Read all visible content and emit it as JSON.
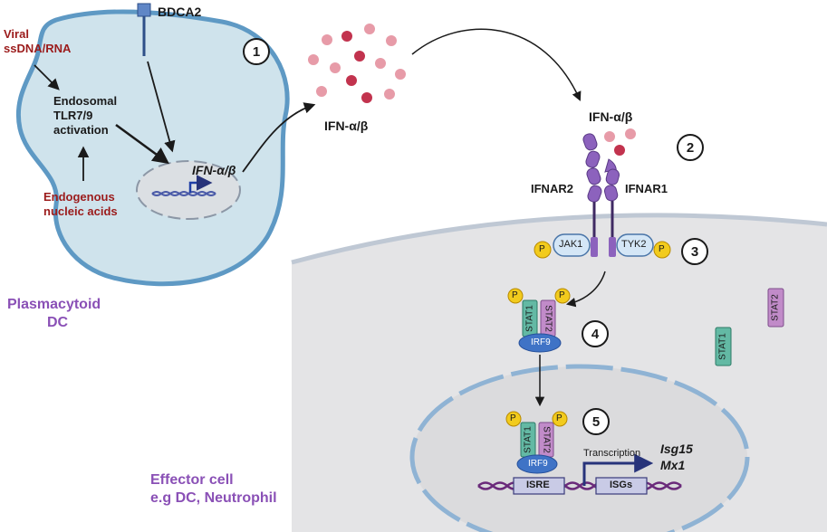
{
  "pdc": {
    "receptor_label": "BDCA2",
    "viral_label_line1": "Viral",
    "viral_label_line2": "ssDNA/RNA",
    "tlr_line1": "Endosomal",
    "tlr_line2": "TLR7/9",
    "tlr_line3": "activation",
    "endogenous_line1": "Endogenous",
    "endogenous_line2": "nucleic acids",
    "gene_label": "IFN-α/β",
    "cell_name_line1": "Plasmacytoid",
    "cell_name_line2": "DC"
  },
  "ifn_secreted_label": "IFN-α/β",
  "ifn_bound_label": "IFN-α/β",
  "receptors": {
    "ifnar2": "IFNAR2",
    "ifnar1": "IFNAR1"
  },
  "kinases": {
    "jak1": "JAK1",
    "tyk2": "TYK2",
    "phospho": "P"
  },
  "complex": {
    "stat1": "STAT1",
    "stat2": "STAT2",
    "irf9": "IRF9"
  },
  "free_stats": {
    "stat1": "STAT1",
    "stat2": "STAT2"
  },
  "nucleus": {
    "transcription": "Transcription",
    "isre": "ISRE",
    "isgs": "ISGs",
    "gene1": "Isg15",
    "gene2": "Mx1"
  },
  "effector": {
    "line1": "Effector cell",
    "line2": "e.g DC, Neutrophil"
  },
  "steps": [
    "1",
    "2",
    "3",
    "4",
    "5"
  ],
  "colors": {
    "pdc_fill": "#cfe3ec",
    "pdc_border": "#5e99c4",
    "effector_fill": "#e4e4e6",
    "nucleus_fill": "#dcdcde",
    "purple_label": "#8a50b6",
    "red_label": "#9b1b1b",
    "stat1": "#63b9a4",
    "stat2": "#c18bc9",
    "irf9": "#3f73c6",
    "phospho": "#f2cb1d",
    "receptor": "#8c62bd",
    "dna": "#6a2a7a"
  }
}
